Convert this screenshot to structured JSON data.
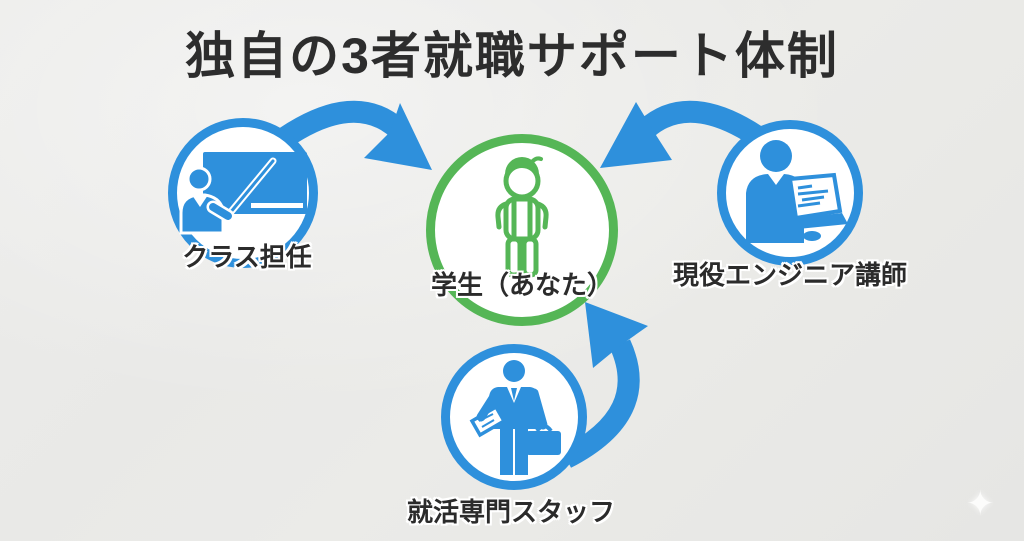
{
  "title": "独自の3者就職サポート体制",
  "colors": {
    "accent_blue": "#2E90DC",
    "accent_green": "#55B656",
    "text": "#2D2D2D",
    "background": "#E9E9E7"
  },
  "center_node": {
    "label": "学生（あなた）",
    "icon": "student-backpack-icon"
  },
  "supporter_nodes": [
    {
      "id": "class-teacher",
      "label": "クラス担任",
      "icon": "teacher-blackboard-icon"
    },
    {
      "id": "engineer-instructor",
      "label": "現役エンジニア講師",
      "icon": "engineer-laptop-icon"
    },
    {
      "id": "career-staff",
      "label": "就活専門スタッフ",
      "icon": "staff-briefcase-icon"
    }
  ],
  "arrows": [
    {
      "from": "クラス担任",
      "to": "学生（あなた）"
    },
    {
      "from": "現役エンジニア講師",
      "to": "学生（あなた）"
    },
    {
      "from": "就活専門スタッフ",
      "to": "学生（あなた）"
    }
  ],
  "sparkle_glyph": "✦"
}
